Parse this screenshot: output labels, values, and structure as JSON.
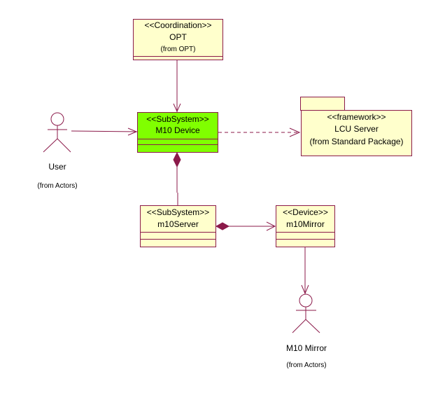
{
  "diagram": {
    "type": "UML class diagram",
    "colors": {
      "line": "#8b1a4a",
      "class_fill": "#ffffcc",
      "highlight_fill": "#80ff00"
    },
    "classes": {
      "opt": {
        "stereotype": "<<Coordination>>",
        "name": "OPT",
        "from": "(from OPT)"
      },
      "m10device": {
        "stereotype": "<<SubSystem>>",
        "name": "M10 Device"
      },
      "m10server": {
        "stereotype": "<<SubSystem>>",
        "name": "m10Server"
      },
      "m10mirror": {
        "stereotype": "<<Device>>",
        "name": "m10Mirror"
      }
    },
    "packages": {
      "lcu": {
        "stereotype": "<<framework>>",
        "name": "LCU Server",
        "from": "(from Standard Package)"
      }
    },
    "actors": {
      "user": {
        "name": "User",
        "from": "(from Actors)"
      },
      "mirror": {
        "name": "M10 Mirror",
        "from": "(from Actors)"
      }
    },
    "relationships": [
      {
        "from": "OPT",
        "to": "M10 Device",
        "kind": "association"
      },
      {
        "from": "User",
        "to": "M10 Device",
        "kind": "association"
      },
      {
        "from": "M10 Device",
        "to": "LCU Server",
        "kind": "dependency"
      },
      {
        "from": "M10 Device",
        "to": "m10Server",
        "kind": "composition"
      },
      {
        "from": "m10Server",
        "to": "m10Mirror",
        "kind": "composition"
      },
      {
        "from": "m10Mirror",
        "to": "M10 Mirror",
        "kind": "association"
      }
    ]
  }
}
